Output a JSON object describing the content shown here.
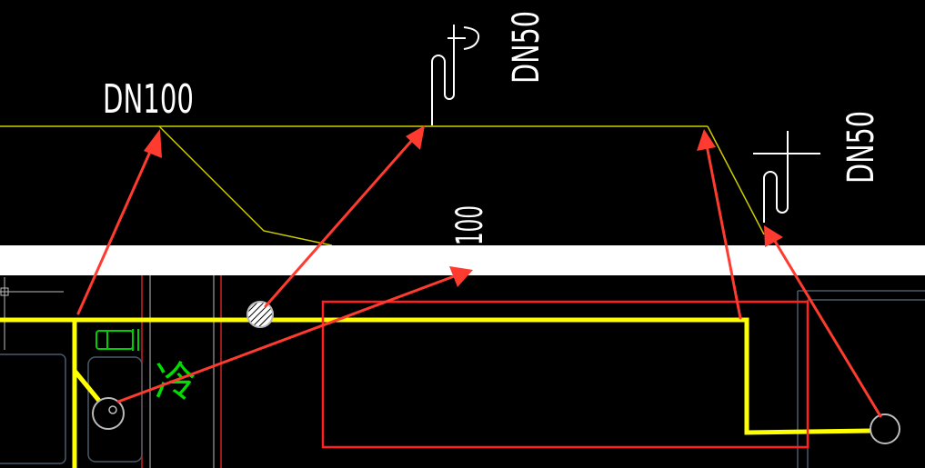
{
  "colors": {
    "background": "#000000",
    "pipe_thin": "#cccc00",
    "pipe_thick": "#ffff00",
    "annotation_arrow": "#ff3b30",
    "highlight_box": "#ff2020",
    "fixture_outline": "#4a5a6a",
    "cold_label": "#00dd00",
    "text": "#ffffff",
    "divider": "#ffffff"
  },
  "labels": {
    "main_pipe": "DN100",
    "trap_1": "DN50",
    "trap_2": "DN50",
    "riser_partial": "100",
    "cold_water": "冷"
  },
  "icons": [
    "p-trap-icon",
    "floor-drain-icon",
    "riser-pipe-icon",
    "valve-icon"
  ]
}
